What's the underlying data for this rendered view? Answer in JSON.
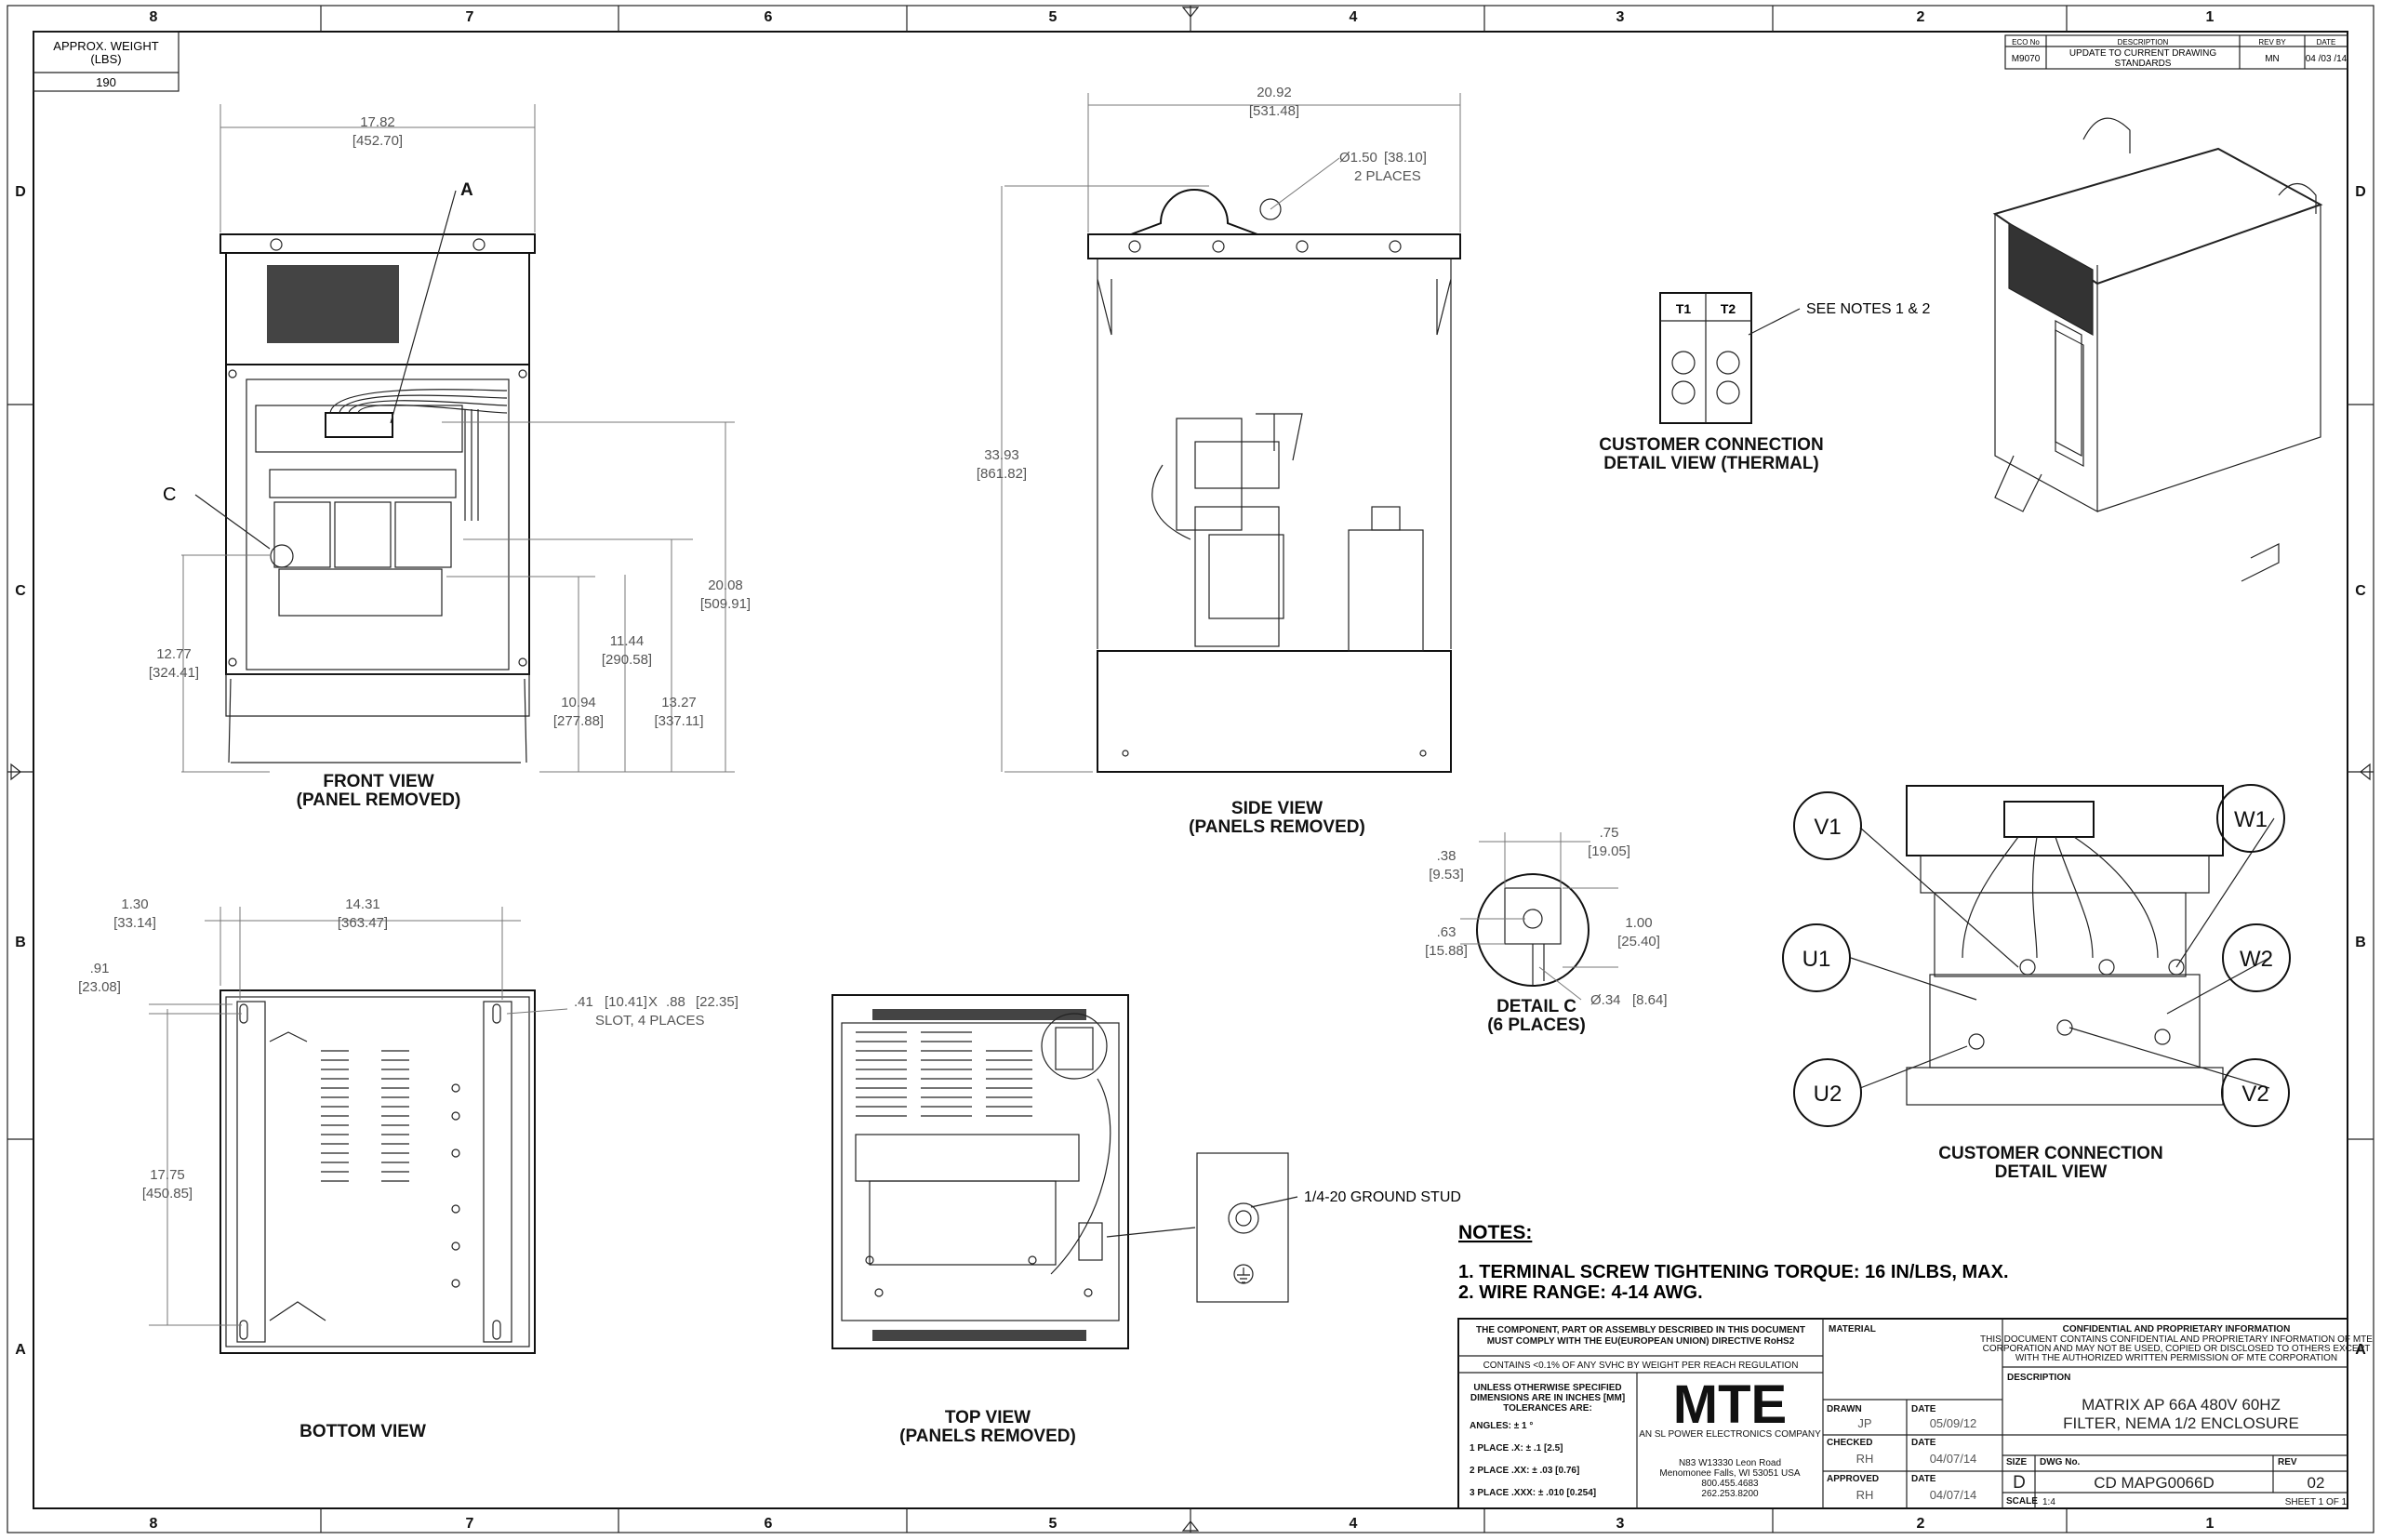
{
  "grid": {
    "columns": [
      "8",
      "7",
      "6",
      "5",
      "4",
      "3",
      "2",
      "1"
    ],
    "rows": [
      "D",
      "C",
      "B",
      "A"
    ]
  },
  "weight_box": {
    "label": "APPROX. WEIGHT\n(LBS)",
    "label_line1": "APPROX. WEIGHT",
    "label_line2": "(LBS)",
    "value": "190"
  },
  "revision_table": {
    "headers": [
      "ECO No",
      "DESCRIPTION",
      "REV BY",
      "DATE"
    ],
    "row": {
      "eco": "M9070",
      "description_line1": "UPDATE TO CURRENT DRAWING",
      "description_line2": "STANDARDS",
      "rev_by": "MN",
      "date": "04 /03 /14"
    }
  },
  "views": {
    "front": {
      "title_line1": "FRONT VIEW",
      "title_line2": "(PANEL REMOVED)"
    },
    "side": {
      "title_line1": "SIDE VIEW",
      "title_line2": "(PANELS REMOVED)"
    },
    "bottom": {
      "title": "BOTTOM VIEW"
    },
    "top": {
      "title_line1": "TOP VIEW",
      "title_line2": "(PANELS REMOVED)"
    },
    "detail_c": {
      "title_line1": "DETAIL C",
      "title_line2": "(6 PLACES)"
    },
    "thermal": {
      "title_line1": "CUSTOMER CONNECTION",
      "title_line2": "DETAIL VIEW (THERMAL)",
      "note": "SEE NOTES 1 & 2",
      "t1": "T1",
      "t2": "T2"
    },
    "customer": {
      "title_line1": "CUSTOMER CONNECTION",
      "title_line2": "DETAIL VIEW",
      "terminals": [
        "V1",
        "W1",
        "U1",
        "W2",
        "U2",
        "V2"
      ]
    }
  },
  "callouts": {
    "a": "A",
    "c": "C",
    "ground_stud": "1/4-20 GROUND STUD",
    "hole": "2 PLACES",
    "slot": "SLOT, 4 PLACES"
  },
  "dimensions": {
    "front_width": {
      "in": "17.82",
      "mm": "452.70"
    },
    "front_12_77": {
      "in": "12.77",
      "mm": "324.41"
    },
    "front_10_94": {
      "in": "10.94",
      "mm": "277.88"
    },
    "front_11_44": {
      "in": "11.44",
      "mm": "290.58"
    },
    "front_13_27": {
      "in": "13.27",
      "mm": "337.11"
    },
    "front_20_08": {
      "in": "20.08",
      "mm": "509.91"
    },
    "side_width": {
      "in": "20.92",
      "mm": "531.48"
    },
    "side_hole": {
      "in": "Ø1.50",
      "mm": "38.10"
    },
    "side_height": {
      "in": "33.93",
      "mm": "861.82"
    },
    "bottom_1_30": {
      "in": "1.30",
      "mm": "33.14"
    },
    "bottom_14_31": {
      "in": "14.31",
      "mm": "363.47"
    },
    "bottom_0_91": {
      "in": ".91",
      "mm": "23.08"
    },
    "bottom_17_75": {
      "in": "17.75",
      "mm": "450.85"
    },
    "bottom_slot": {
      "in": ".41",
      "mm": "10.41",
      "x": "X",
      "in2": ".88",
      "mm2": "22.35"
    },
    "detail_0_38": {
      "in": ".38",
      "mm": "9.53"
    },
    "detail_0_75": {
      "in": ".75",
      "mm": "19.05"
    },
    "detail_0_63": {
      "in": ".63",
      "mm": "15.88"
    },
    "detail_1_00": {
      "in": "1.00",
      "mm": "25.40"
    },
    "detail_hole": {
      "in": "Ø.34",
      "mm": "8.64"
    }
  },
  "notes": {
    "title": "NOTES:",
    "items": [
      "1.  TERMINAL SCREW TIGHTENING TORQUE: 16 IN/LBS, MAX.",
      "2.  WIRE RANGE: 4-14 AWG."
    ]
  },
  "title_block": {
    "rohs_line1": "THE COMPONENT, PART OR ASSEMBLY DESCRIBED IN THIS DOCUMENT",
    "rohs_line2": "MUST COMPLY WITH THE EU(EUROPEAN UNION) DIRECTIVE RoHS2",
    "reach": "CONTAINS <0.1% OF ANY SVHC BY WEIGHT PER REACH REGULATION",
    "tol_line1": "UNLESS OTHERWISE SPECIFIED",
    "tol_line2": "DIMENSIONS ARE IN INCHES [MM]",
    "tol_line3": "TOLERANCES ARE:",
    "angles": "ANGLES: ± 1 °",
    "place1": "1 PLACE .X: ± .1 [2.5]",
    "place2": "2 PLACE .XX: ± .03 [0.76]",
    "place3": "3 PLACE .XXX: ± .010 [0.254]",
    "logo": "MTE",
    "tagline": "AN SL POWER ELECTRONICS COMPANY",
    "addr1": "N83 W13330 Leon Road",
    "addr2": "Menomonee Falls, WI 53051 USA",
    "addr3": "800.455.4683",
    "addr4": "262.253.8200",
    "material": "MATERIAL",
    "drawn": "DRAWN",
    "drawn_by": "JP",
    "drawn_date": "05/09/12",
    "checked": "CHECKED",
    "checked_by": "RH",
    "checked_date": "04/07/14",
    "approved": "APPROVED",
    "approved_by": "RH",
    "approved_date": "04/07/14",
    "date_label": "DATE",
    "conf_title": "CONFIDENTIAL AND PROPRIETARY INFORMATION",
    "conf_line1": "THIS DOCUMENT CONTAINS CONFIDENTIAL AND PROPRIETARY INFORMATION OF MTE",
    "conf_line2": "CORPORATION AND MAY NOT BE USED, COPIED OR DISCLOSED TO OTHERS EXCEPT",
    "conf_line3": "WITH THE AUTHORIZED WRITTEN PERMISSION OF MTE CORPORATION",
    "description_label": "DESCRIPTION",
    "description_line1": "MATRIX AP 66A 480V 60HZ",
    "description_line2": "FILTER, NEMA 1/2 ENCLOSURE",
    "size_label": "SIZE",
    "size": "D",
    "dwg_label": "DWG No.",
    "dwg_no": "CD MAPG0066D",
    "rev_label": "REV",
    "rev": "02",
    "scale_label": "SCALE",
    "scale": "1:4",
    "sheet": "SHEET 1  OF 1"
  }
}
